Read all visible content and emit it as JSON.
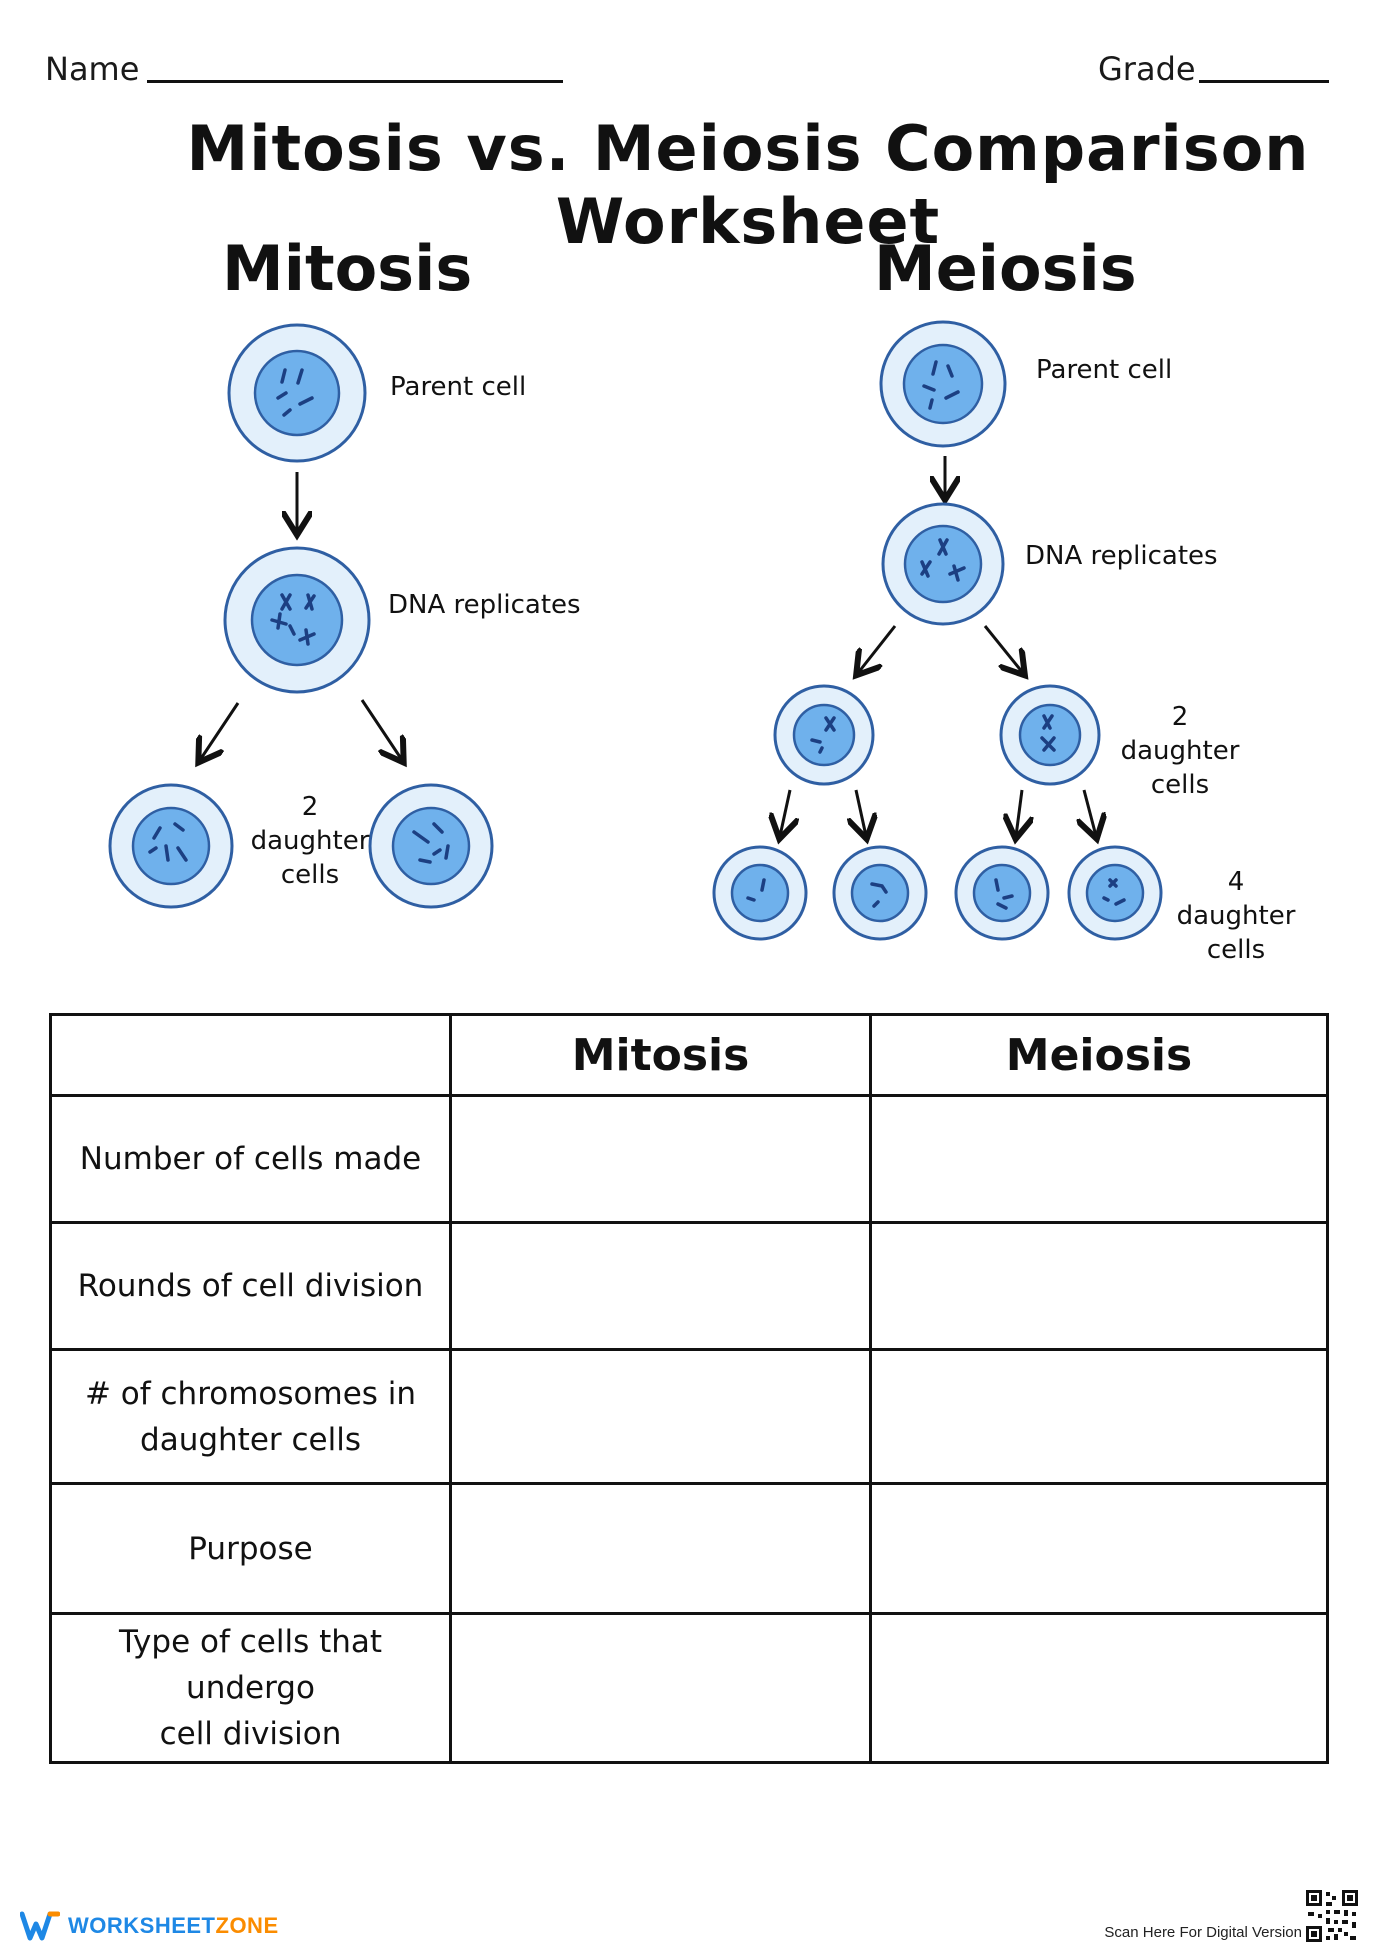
{
  "header": {
    "name_label": "Name",
    "grade_label": "Grade"
  },
  "title": "Mitosis vs. Meiosis Comparison Worksheet",
  "diagram": {
    "mitosis": {
      "heading": "Mitosis",
      "parent_label": "Parent cell",
      "replicate_label": "DNA replicates",
      "daughter_label_line1": "2 daughter",
      "daughter_label_line2": "cells"
    },
    "meiosis": {
      "heading": "Meiosis",
      "parent_label": "Parent cell",
      "replicate_label": "DNA replicates",
      "daughter2_label_line1": "2 daughter",
      "daughter2_label_line2": "cells",
      "daughter4_label_line1": "4 daughter",
      "daughter4_label_line2": "cells"
    },
    "colors": {
      "cell_outer": "#e3f0fb",
      "cell_inner": "#6fb1ec",
      "cell_stroke": "#2f5fa3",
      "chromosome": "#1c3f82"
    }
  },
  "table": {
    "columns": [
      "",
      "Mitosis",
      "Meiosis"
    ],
    "rows": [
      {
        "label_line1": "Number of cells made",
        "label_line2": ""
      },
      {
        "label_line1": "Rounds of cell division",
        "label_line2": ""
      },
      {
        "label_line1": "# of chromosomes in",
        "label_line2": "daughter cells"
      },
      {
        "label_line1": "Purpose",
        "label_line2": ""
      },
      {
        "label_line1": "Type of cells that undergo",
        "label_line2": "cell division"
      }
    ]
  },
  "footer": {
    "brand_part1": "WORKSHEET",
    "brand_part2": "ZONE",
    "scan_text": "Scan Here For Digital Version",
    "logo_icon": "worksheetzone-logo-icon",
    "qr_icon": "qr-code-icon"
  }
}
